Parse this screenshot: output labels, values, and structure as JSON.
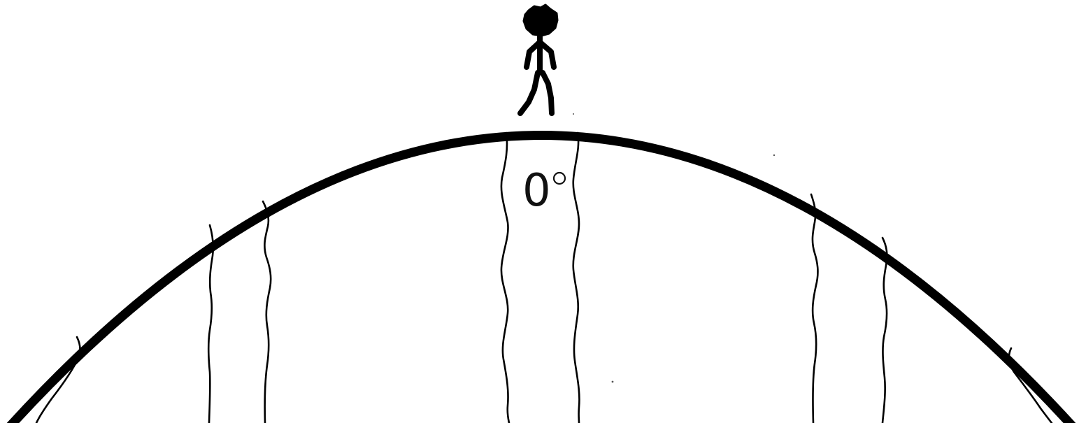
{
  "diagram": {
    "kind": "person-standing-on-curved-earth",
    "colors": {
      "background": "#ffffff",
      "ink": "#000000"
    },
    "meridian_label": {
      "value": "0",
      "unit_symbol": "°"
    },
    "icons": {
      "person": "stick-figure-walking",
      "planet": "curved-horizon"
    }
  }
}
